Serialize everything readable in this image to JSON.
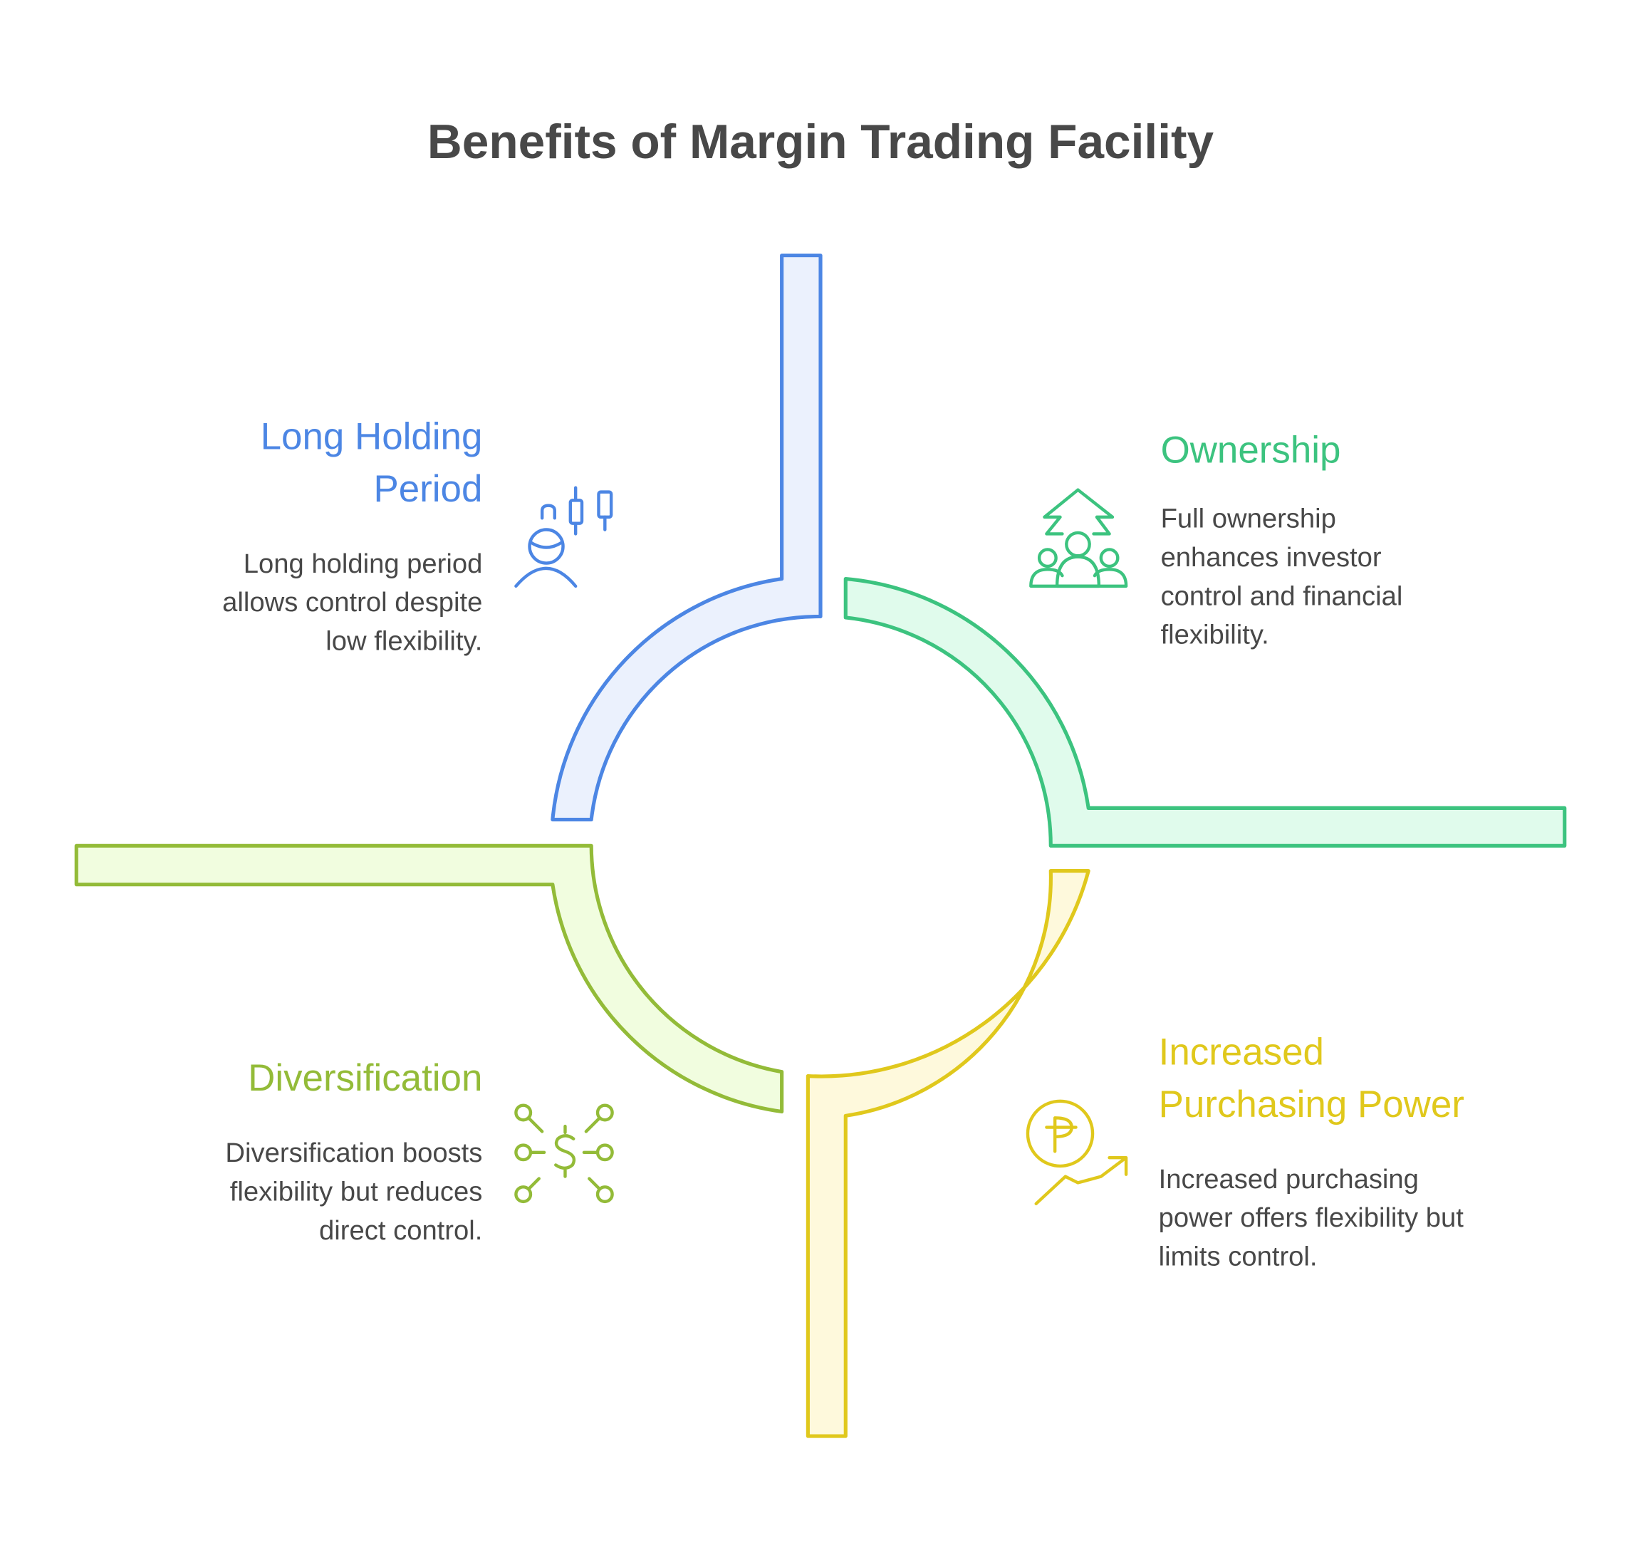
{
  "title": "Benefits of Margin Trading Facility",
  "colors": {
    "blue": "#4c86e4",
    "green": "#3cc37f",
    "yellow": "#e0c81c",
    "lime": "#93bb38",
    "text": "#484848"
  },
  "items": [
    {
      "heading_lines": [
        "Long Holding",
        "Period"
      ],
      "body_lines": [
        "Long holding period",
        "allows control despite",
        "low flexibility."
      ],
      "icon": "investor-candlestick-icon"
    },
    {
      "heading_lines": [
        "Ownership"
      ],
      "body_lines": [
        "Full ownership",
        "enhances investor",
        "control and financial",
        "flexibility."
      ],
      "icon": "ownership-group-icon"
    },
    {
      "heading_lines": [
        "Increased",
        "Purchasing Power"
      ],
      "body_lines": [
        "Increased purchasing",
        "power offers flexibility but",
        "limits control."
      ],
      "icon": "currency-growth-icon"
    },
    {
      "heading_lines": [
        "Diversification"
      ],
      "body_lines": [
        "Diversification boosts",
        "flexibility but reduces",
        "direct control."
      ],
      "icon": "diversification-network-icon"
    }
  ]
}
